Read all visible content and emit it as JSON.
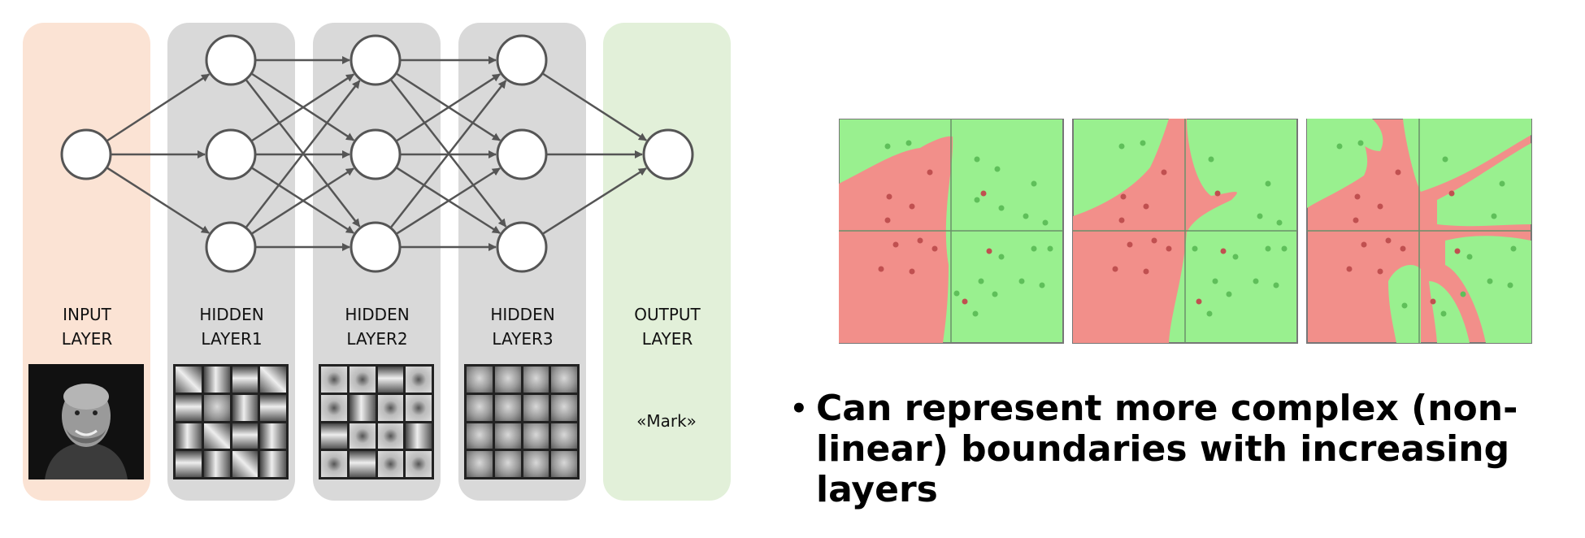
{
  "diagram": {
    "layers": [
      {
        "label": "INPUT\nLAYER"
      },
      {
        "label": "HIDDEN\nLAYER1"
      },
      {
        "label": "HIDDEN\nLAYER2"
      },
      {
        "label": "HIDDEN\nLAYER3"
      },
      {
        "label": "OUTPUT\nLAYER"
      }
    ],
    "output_text": "«Mark»",
    "colors": {
      "input_bg": "#fbe3d4",
      "hidden_bg": "#d9d9d9",
      "output_bg": "#e2f0d9",
      "node_stroke": "#555555",
      "region_red": "#f28f8a",
      "region_green": "#99f08f"
    }
  },
  "decision_boundaries": {
    "panels": 3
  },
  "bullet": {
    "symbol": "•",
    "text": "Can represent more complex (non-linear) boundaries with increasing layers"
  }
}
